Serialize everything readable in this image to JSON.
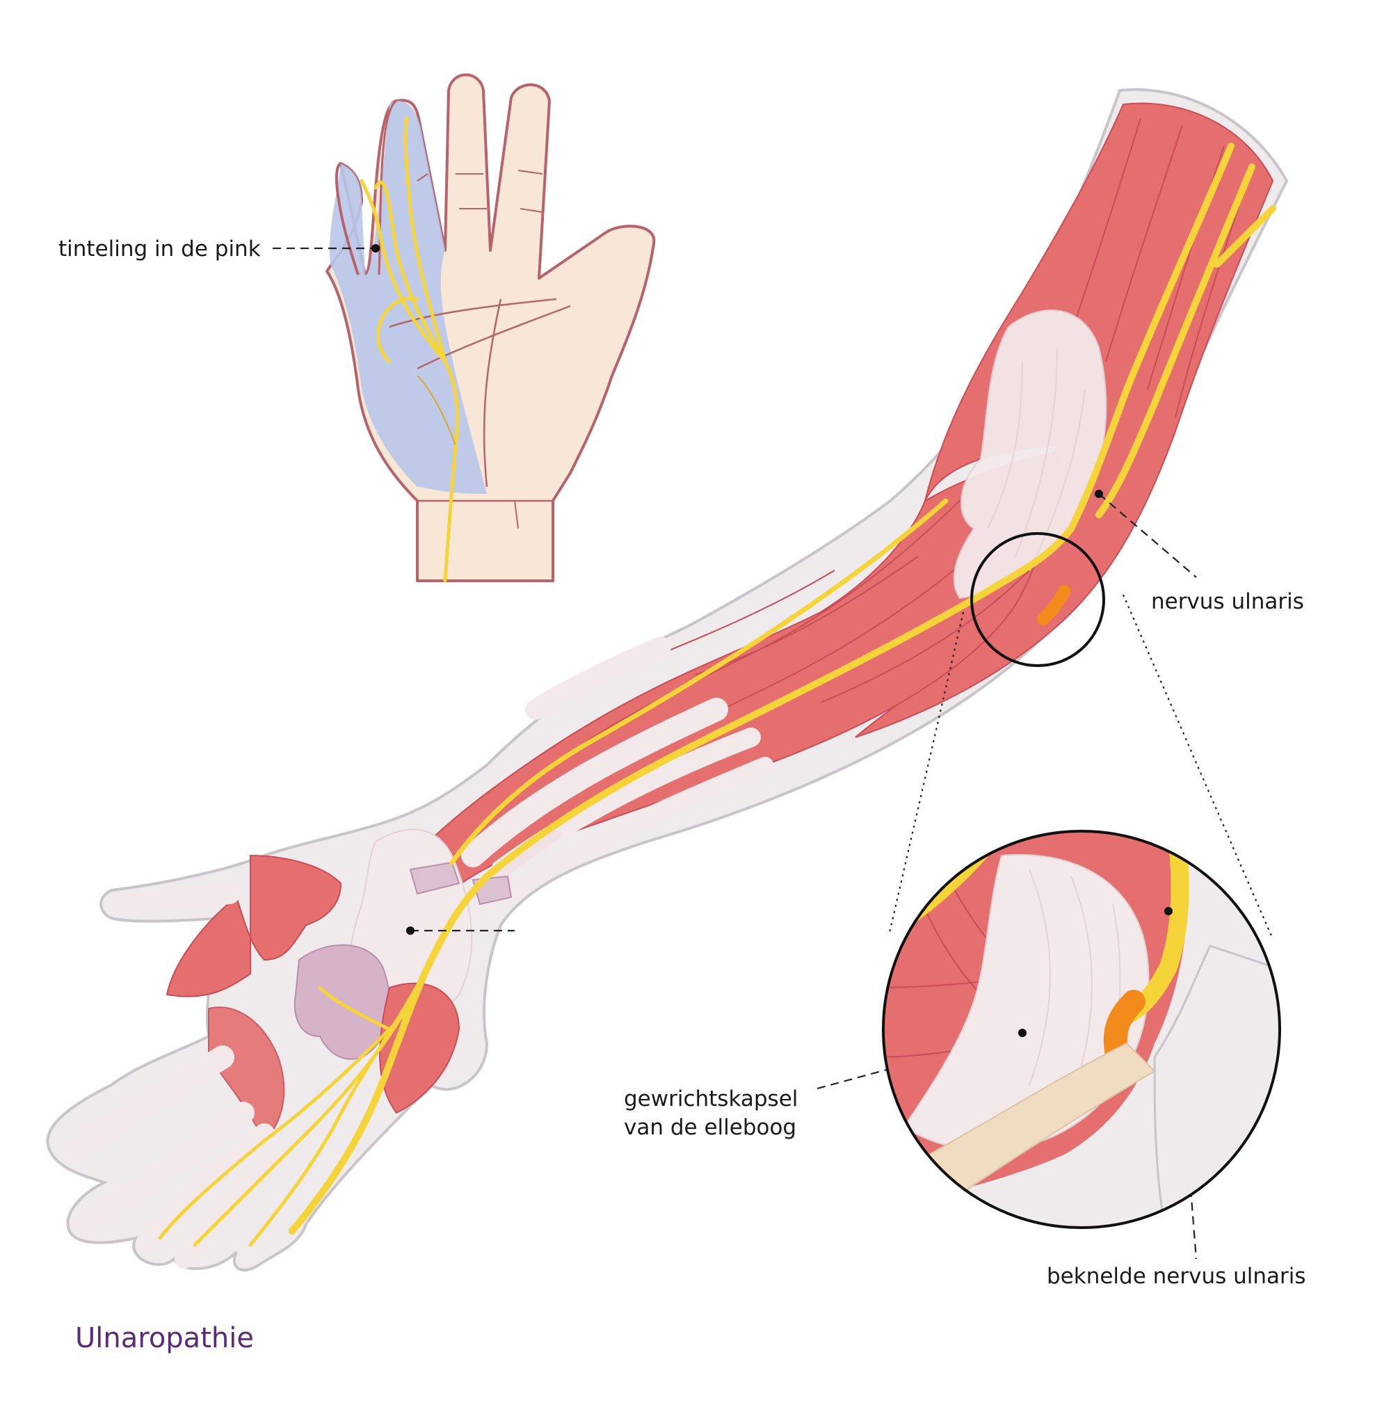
{
  "title": "Ulnaropathie",
  "labels": {
    "pinky_tingling": "tinteling in de pink",
    "ulnar_nerve": "nervus ulnaris",
    "joint_capsule_line1": "gewrichtskapsel",
    "joint_capsule_line2": "van de elleboog",
    "trapped_ulnar_nerve": "beknelde nervus ulnaris"
  },
  "colors": {
    "muscle": "#e56f6f",
    "muscle_dark": "#c94c56",
    "tendon": "#f4e9ea",
    "skin_outline": "#d9d6da",
    "hand_skin": "#f8e6d6",
    "hand_outline": "#b7636b",
    "numb_area": "#b8c6ea",
    "nerve": "#f5d43a",
    "nerve_inflamed": "#f28a1c",
    "title": "#5b2a78"
  }
}
